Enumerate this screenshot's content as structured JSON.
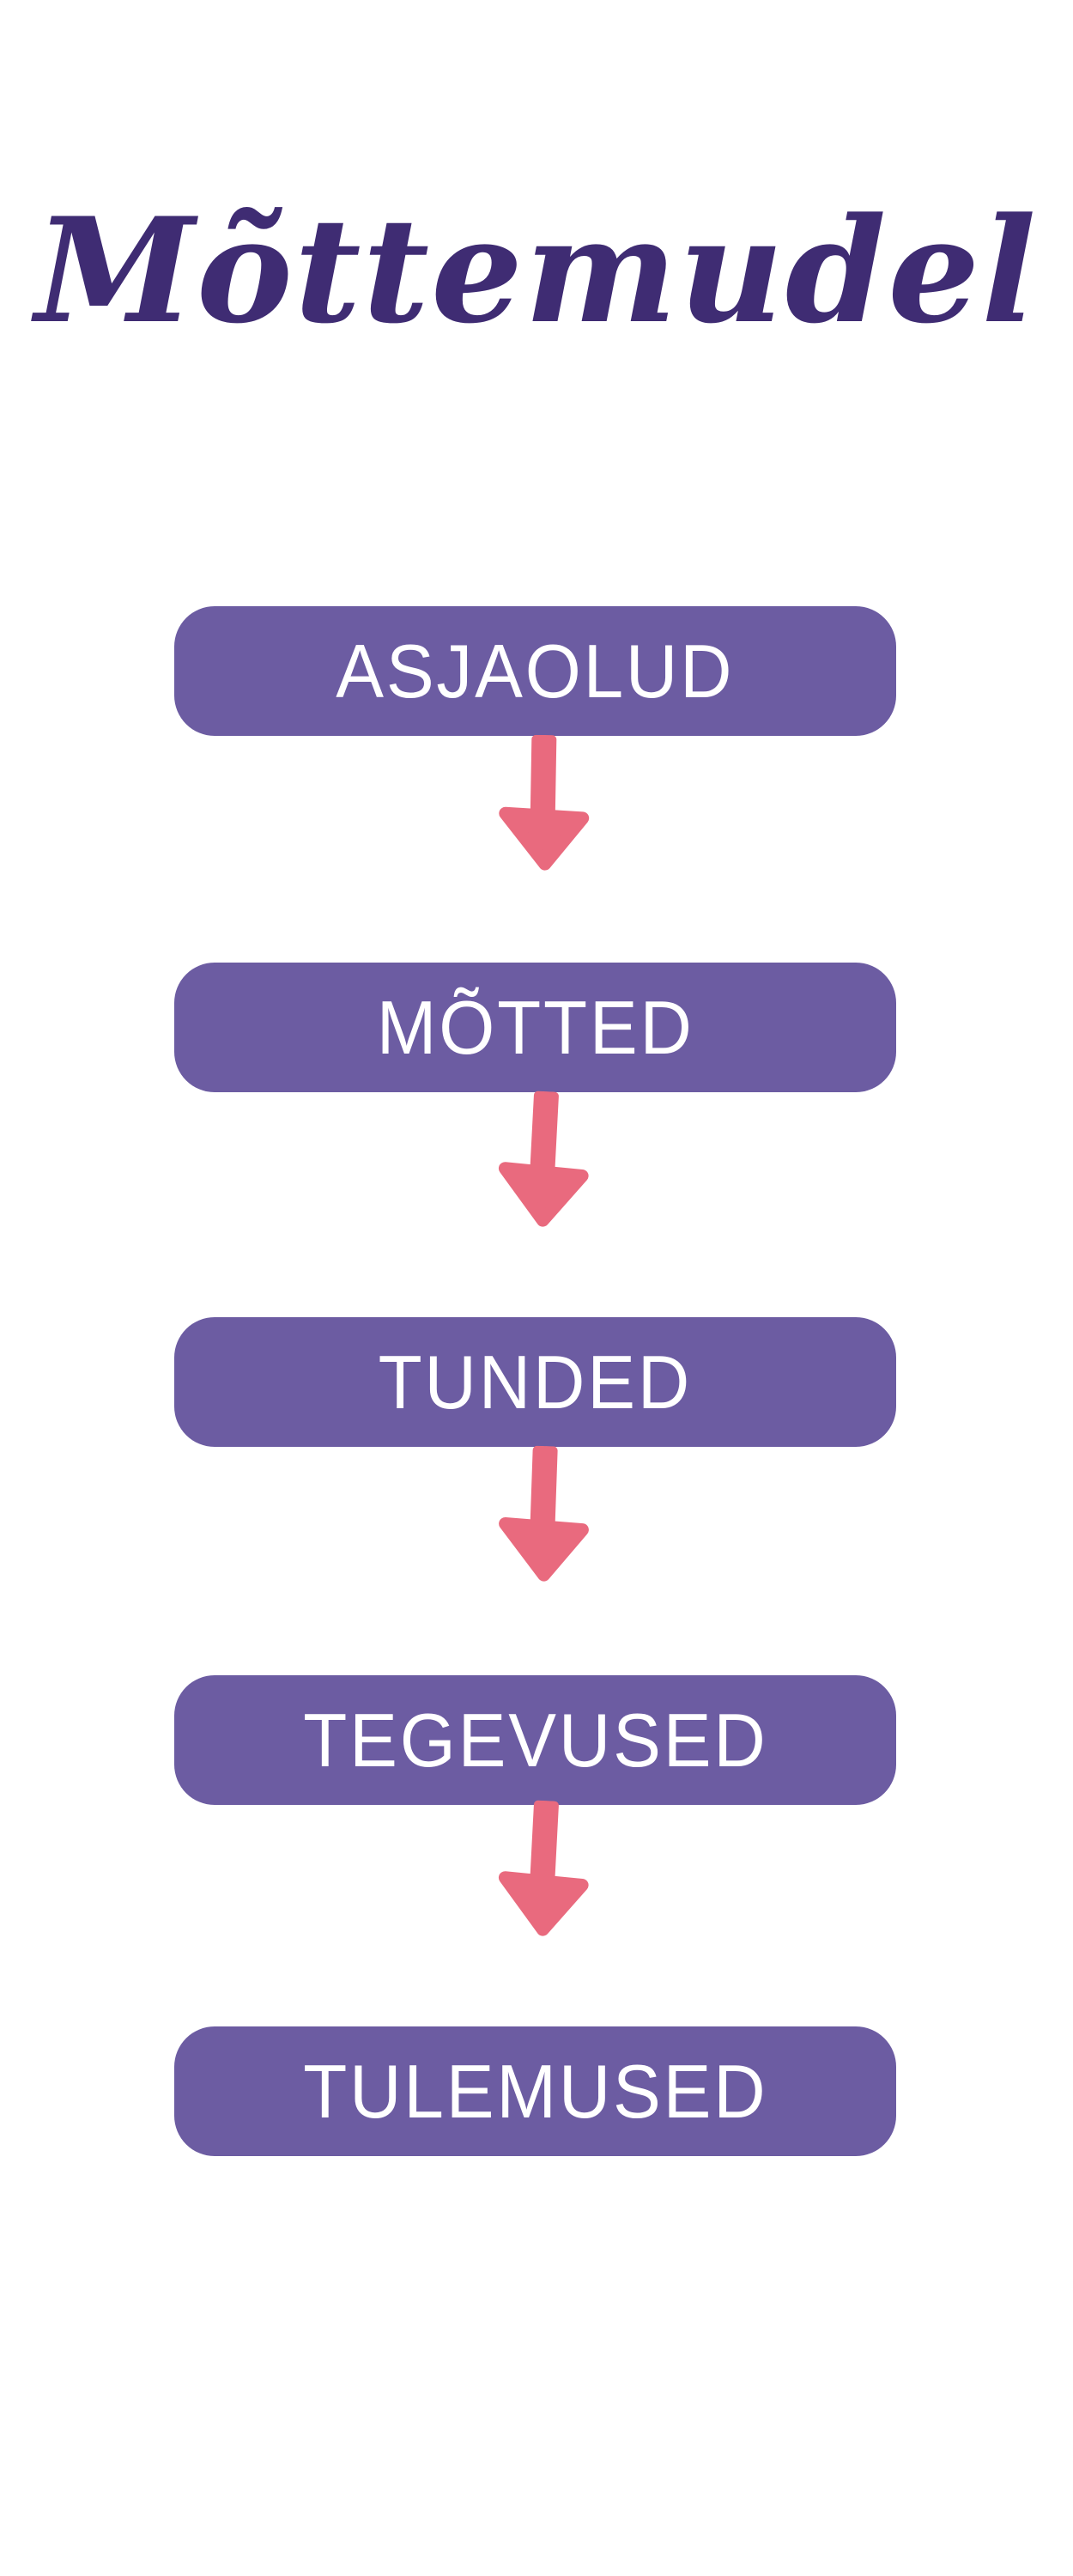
{
  "title": {
    "text": "Mõttemudel"
  },
  "colors": {
    "background": "#FFFFFF",
    "title": "#3F2C73",
    "box_fill": "#6C5CA2",
    "box_text": "#FFFFFF",
    "arrow": "#E96A7E"
  },
  "flow": {
    "arrow_icon": "down-arrow",
    "steps": [
      {
        "label": "ASJAOLUD"
      },
      {
        "label": "MÕTTED"
      },
      {
        "label": "TUNDED"
      },
      {
        "label": "TEGEVUSED"
      },
      {
        "label": "TULEMUSED"
      }
    ]
  }
}
